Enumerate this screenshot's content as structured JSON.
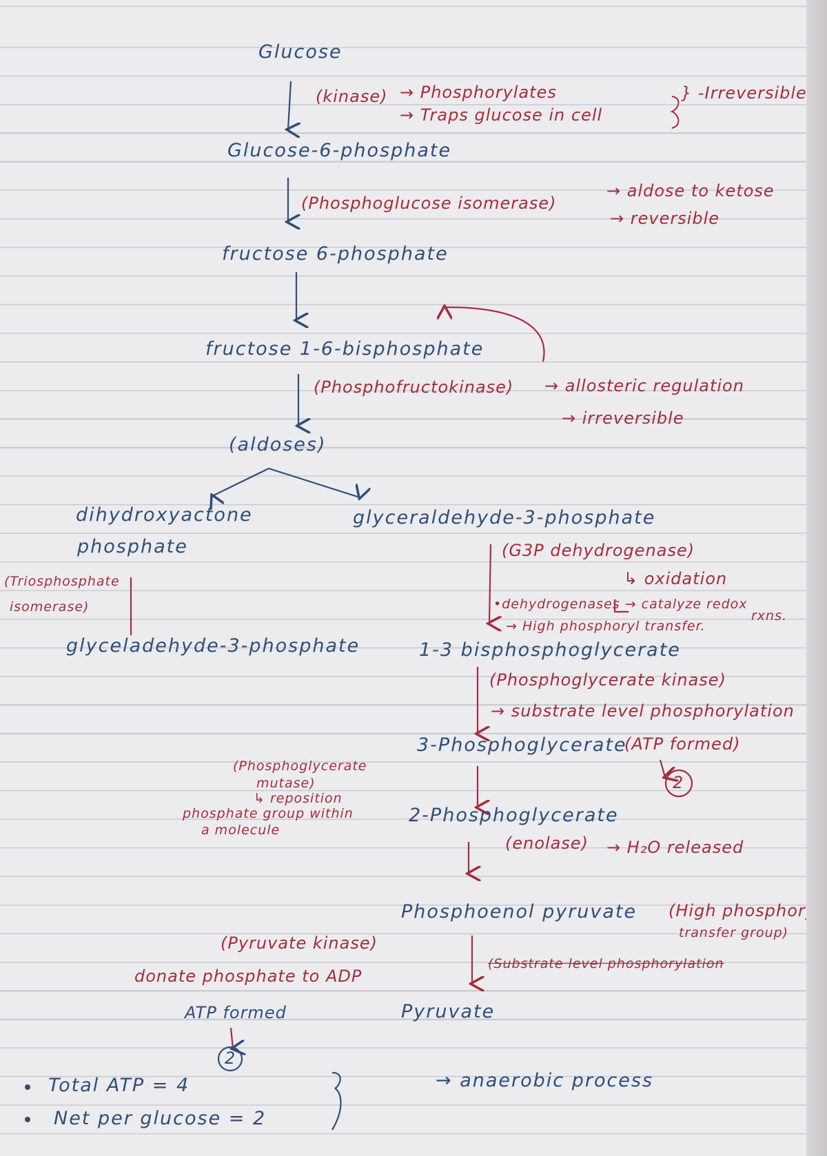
{
  "steps": {
    "glucose": "Glucose",
    "g6p": "Glucose-6-phosphate",
    "f6p": "fructose 6-phosphate",
    "f16bp": "fructose 1-6-bisphosphate",
    "aldolase": "(aldoses)",
    "dhap_1": "dihydroxyactone",
    "dhap_2": "phosphate",
    "g3p_right": "glyceraldehyde-3-phosphate",
    "g3p_left": "glyceladehyde-3-phosphate",
    "bpg13": "1-3 bisphosphoglycerate",
    "pg3": "3-Phosphoglycerate",
    "pg2": "2-Phosphoglycerate",
    "pep": "Phosphoenol pyruvate",
    "pyruvate": "Pyruvate"
  },
  "notes": {
    "kinase": "(kinase)",
    "phosphorylates": "→ Phosphorylates",
    "traps": "→ Traps glucose in cell",
    "irreversible": "} -Irreversible",
    "pgi": "(Phosphoglucose isomerase)",
    "aldose_to_ketose": "→ aldose to ketose",
    "reversible": "→ reversible",
    "pfk": "(Phosphofructokinase)",
    "allosteric": "→ allosteric regulation",
    "pfk_irreversible": "→ irreversible",
    "tpi_1": "(Triosphosphate",
    "tpi_2": "isomerase)",
    "g3pdh": "(G3P dehydrogenase)",
    "oxidation": "↳ oxidation",
    "dehydrogenases": "•dehydrogenases → catalyze redox",
    "rxns": "rxns.",
    "high_transfer": "→ High phosphoryl transfer.",
    "pgk": "(Phosphoglycerate kinase)",
    "substrate_level": "→ substrate level phosphorylation",
    "atp_formed": "(ATP formed)",
    "atp_count": "2",
    "pgm_1": "(Phosphoglycerate",
    "pgm_2": "mutase)",
    "reposition": "↳ reposition",
    "phosphate_group": "phosphate group within",
    "a_molecule": "a molecule",
    "enolase": "(enolase)",
    "h2o": "→ H₂O released",
    "high_phosphoryl_1": "(High phosphoryl",
    "high_phosphoryl_2": "transfer group)",
    "pk": "(Pyruvate kinase)",
    "substrate_strike": "(Substrate level phosphorylation",
    "donate": "donate phosphate to ADP"
  },
  "summary": {
    "atp_formed": "ATP formed",
    "atp_count": "2",
    "total_atp": "Total ATP = 4",
    "net_per_glucose": "Net per glucose = 2",
    "anaerobic": "→ anaerobic process"
  },
  "colors": {
    "paper": "#ecebee",
    "rule_line": "#c6c8d3",
    "blue_ink": "#2e4f78",
    "red_ink": "#a32e3c"
  }
}
